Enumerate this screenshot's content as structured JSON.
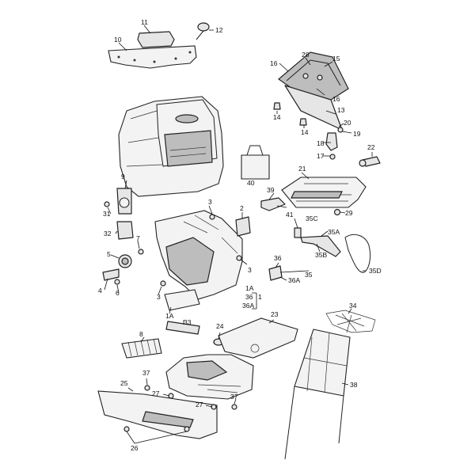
{
  "callouts": {
    "c1": "1",
    "c1a_top": "1A",
    "c1a_bottom": "1A",
    "c2": "2",
    "c3_top": "3",
    "c3_mid": "3",
    "c4": "4",
    "c5": "5",
    "c6": "6",
    "c7": "7",
    "c8": "8",
    "c9": "9",
    "c10": "10",
    "c11": "11",
    "c12": "12",
    "c13": "13",
    "c14_a": "14",
    "c14_b": "14",
    "c15": "15",
    "c16_a": "16",
    "c16_b": "16",
    "c17": "17",
    "c18": "18",
    "c19": "19",
    "c20": "20",
    "c21": "21",
    "c22": "22",
    "c23": "23",
    "c24": "24",
    "c25": "25",
    "c26": "26",
    "c27_a": "27",
    "c27_b": "27",
    "c28": "28",
    "c29": "29",
    "c31": "31",
    "c32": "32",
    "c33": "33",
    "c34": "34",
    "c35": "35",
    "c35a": "35A",
    "c35b": "35B",
    "c35c": "35C",
    "c35d": "35D",
    "c36_a": "36",
    "c36_b": "36",
    "c36a_a": "36A",
    "c36a_b": "36A",
    "c37_a": "37",
    "c37_b": "37",
    "c38": "38",
    "c39": "39",
    "c40": "40",
    "c41": "41"
  }
}
